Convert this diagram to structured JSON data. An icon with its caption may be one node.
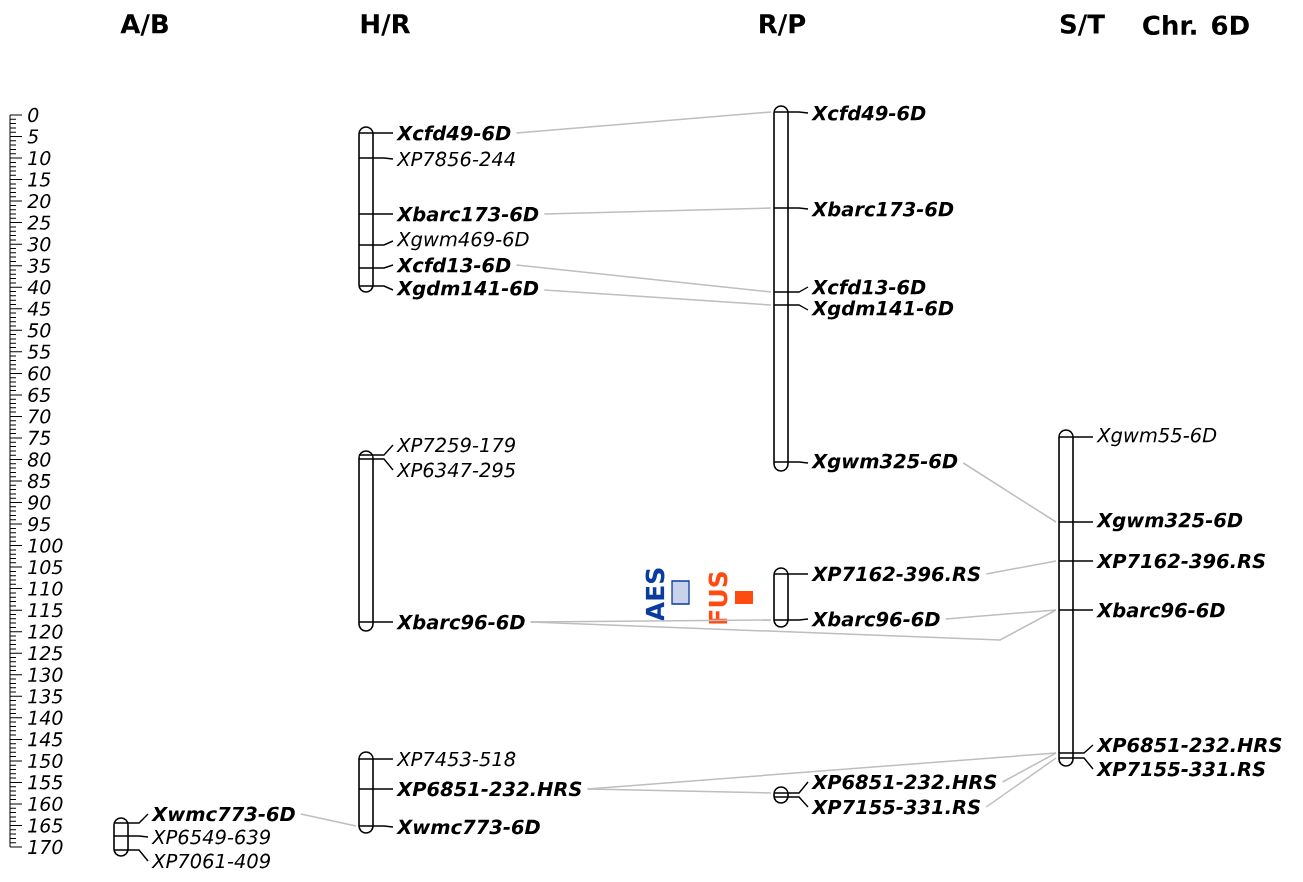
{
  "diagram": {
    "nodes": [
      {
        "text": [],
        "shape": "bar"
      },
      {
        "text": [
          "Xwmc773-6D"
        ]
      },
      {
        "text": [
          "XP6549-639"
        ]
      },
      {
        "text": [
          "XP7061-409"
        ]
      },
      {
        "text": [],
        "shape": "bar"
      },
      {
        "text": [
          "Xcfd49-6D"
        ]
      },
      {
        "text": [
          "XP7856-244"
        ]
      },
      {
        "text": [
          "Xbarc173-6D"
        ]
      },
      {
        "text": [
          "Xgwm469-6D"
        ]
      },
      {
        "text": [
          "Xcfd13-6D"
        ]
      },
      {
        "text": [
          "Xgdm141-6D"
        ]
      },
      {
        "text": [],
        "shape": "bar"
      },
      {
        "text": [
          "XP7259-179"
        ]
      },
      {
        "text": [
          "XP6347-295"
        ]
      },
      {
        "text": [
          "Xbarc96-6D"
        ]
      },
      {
        "text": [],
        "shape": "bar"
      },
      {
        "text": [
          "XP7453-518"
        ]
      },
      {
        "text": [
          "XP6851-232.HRS"
        ]
      },
      {
        "text": [
          "Xwmc773-6D"
        ]
      },
      {
        "text": [],
        "shape": "bar"
      },
      {
        "text": [
          "Xcfd49-6D"
        ]
      },
      {
        "text": [
          "Xbarc173-6D"
        ]
      },
      {
        "text": [
          "Xcfd13-6D"
        ]
      },
      {
        "text": [
          "Xgdm141-6D"
        ]
      },
      {
        "text": [
          "Xgwm325-6D"
        ]
      },
      {
        "text": [],
        "shape": "bar"
      },
      {
        "text": [
          "XP7162-396.RS"
        ]
      },
      {
        "text": [
          "Xbarc96-6D"
        ]
      },
      {
        "text": [],
        "shape": "bar"
      },
      {
        "text": [
          "XP6851-232.HRS"
        ]
      },
      {
        "text": [
          "XP7155-331.RS"
        ]
      },
      {
        "text": [],
        "shape": "bar"
      },
      {
        "text": [
          "Xgwm55-6D"
        ]
      },
      {
        "text": [
          "Xgwm325-6D"
        ]
      },
      {
        "text": [
          "XP7162-396.RS"
        ]
      },
      {
        "text": [
          "Xbarc96-6D"
        ]
      },
      {
        "text": [
          "XP6851-232.HRS"
        ]
      },
      {
        "text": [
          "XP7155-331.RS"
        ]
      }
    ],
    "edges": [
      {
        "from": 1,
        "to": 18,
        "arrow": "none"
      },
      {
        "from": 5,
        "to": 20,
        "arrow": "none"
      },
      {
        "from": 7,
        "to": 21,
        "arrow": "none"
      },
      {
        "from": 9,
        "to": 22,
        "arrow": "none"
      },
      {
        "from": 10,
        "to": 23,
        "arrow": "none"
      },
      {
        "from": 14,
        "to": 27,
        "arrow": "none"
      },
      {
        "from": 14,
        "to": 35,
        "arrow": "none"
      },
      {
        "from": 17,
        "to": 29,
        "arrow": "none"
      },
      {
        "from": 17,
        "to": 36,
        "arrow": "none"
      },
      {
        "from": 24,
        "to": 33,
        "arrow": "none"
      },
      {
        "from": 26,
        "to": 34,
        "arrow": "none"
      },
      {
        "from": 27,
        "to": 35,
        "arrow": "none"
      },
      {
        "from": 29,
        "to": 36,
        "arrow": "none"
      },
      {
        "from": 30,
        "to": 37,
        "arrow": "none"
      }
    ],
    "labels": [
      "A/B",
      "H/R",
      "R/P",
      "S/T",
      "Chr. 6D",
      "0",
      "5",
      "10",
      "15",
      "20",
      "25",
      "30",
      "35",
      "40",
      "45",
      "50",
      "55",
      "60",
      "65",
      "70",
      "75",
      "80",
      "85",
      "90",
      "95",
      "100",
      "105",
      "110",
      "115",
      "120",
      "125",
      "130",
      "135",
      "140",
      "145",
      "150",
      "155",
      "160",
      "165",
      "170",
      "AES",
      "FUS"
    ]
  }
}
